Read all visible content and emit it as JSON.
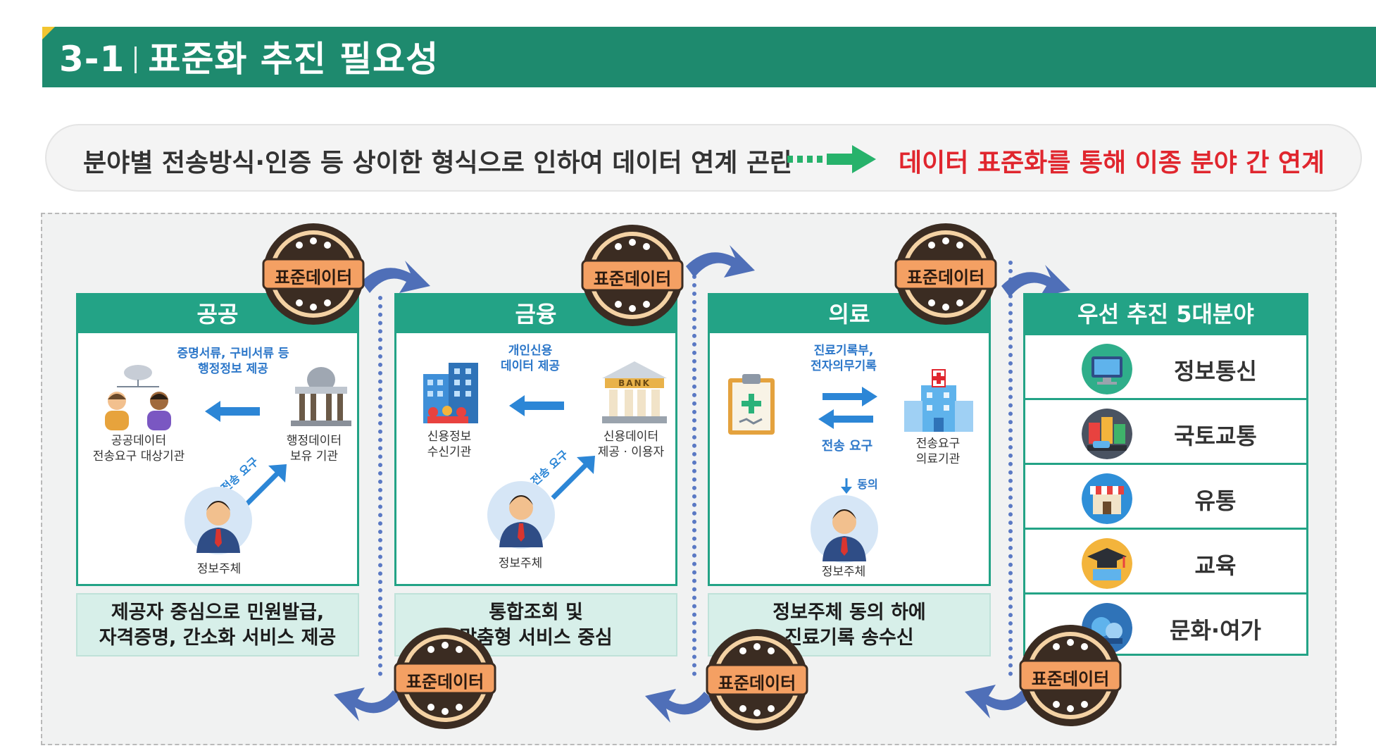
{
  "header": {
    "number": "3-1",
    "title": "표준화 추진 필요성"
  },
  "summary": {
    "problem": "분야별 전송방식·인증 등 상이한 형식으로 인하여 데이터 연계 곤란",
    "solution": "데이터 표준화를 통해 이종 분야 간 연계"
  },
  "seal_label": "표준데이터",
  "panels": [
    {
      "title": "공공",
      "top_note": "증명서류, 구비서류 등\n행정정보 제공",
      "left_label": "공공데이터\n전송요구 대상기관",
      "right_label": "행정데이터\n보유 기관",
      "request_label": "전송 요구",
      "subject_label": "정보주체",
      "footer": "제공자 중심으로 민원발급,\n자격증명, 간소화 서비스 제공"
    },
    {
      "title": "금융",
      "top_note": "개인신용\n데이터 제공",
      "left_label": "신용정보\n수신기관",
      "right_label": "신용데이터\n제공 · 이용자",
      "bank_label": "BANK",
      "request_label": "전송 요구",
      "subject_label": "정보주체",
      "footer": "통합조회 및\n맞춤형 서비스 중심"
    },
    {
      "title": "의료",
      "top_note": "진료기록부,\n전자의무기록",
      "request_label": "전송 요구",
      "right_label": "전송요구\n의료기관",
      "consent_label": "동의",
      "subject_label": "정보주체",
      "footer": "정보주체 동의 하에\n진료기록 송수신"
    }
  ],
  "priority": {
    "title": "우선 추진 5대분야",
    "items": [
      {
        "label": "정보통신",
        "icon": "monitor-icon"
      },
      {
        "label": "국토교통",
        "icon": "city-traffic-icon"
      },
      {
        "label": "유통",
        "icon": "store-icon"
      },
      {
        "label": "교육",
        "icon": "graduation-cap-icon"
      },
      {
        "label": "문화·여가",
        "icon": "culture-icon"
      }
    ]
  },
  "colors": {
    "primary": "#1e8a6e",
    "panel": "#23a386",
    "accent_red": "#e0262e",
    "seal": "#f4a063",
    "connector": "#5a79c4"
  }
}
